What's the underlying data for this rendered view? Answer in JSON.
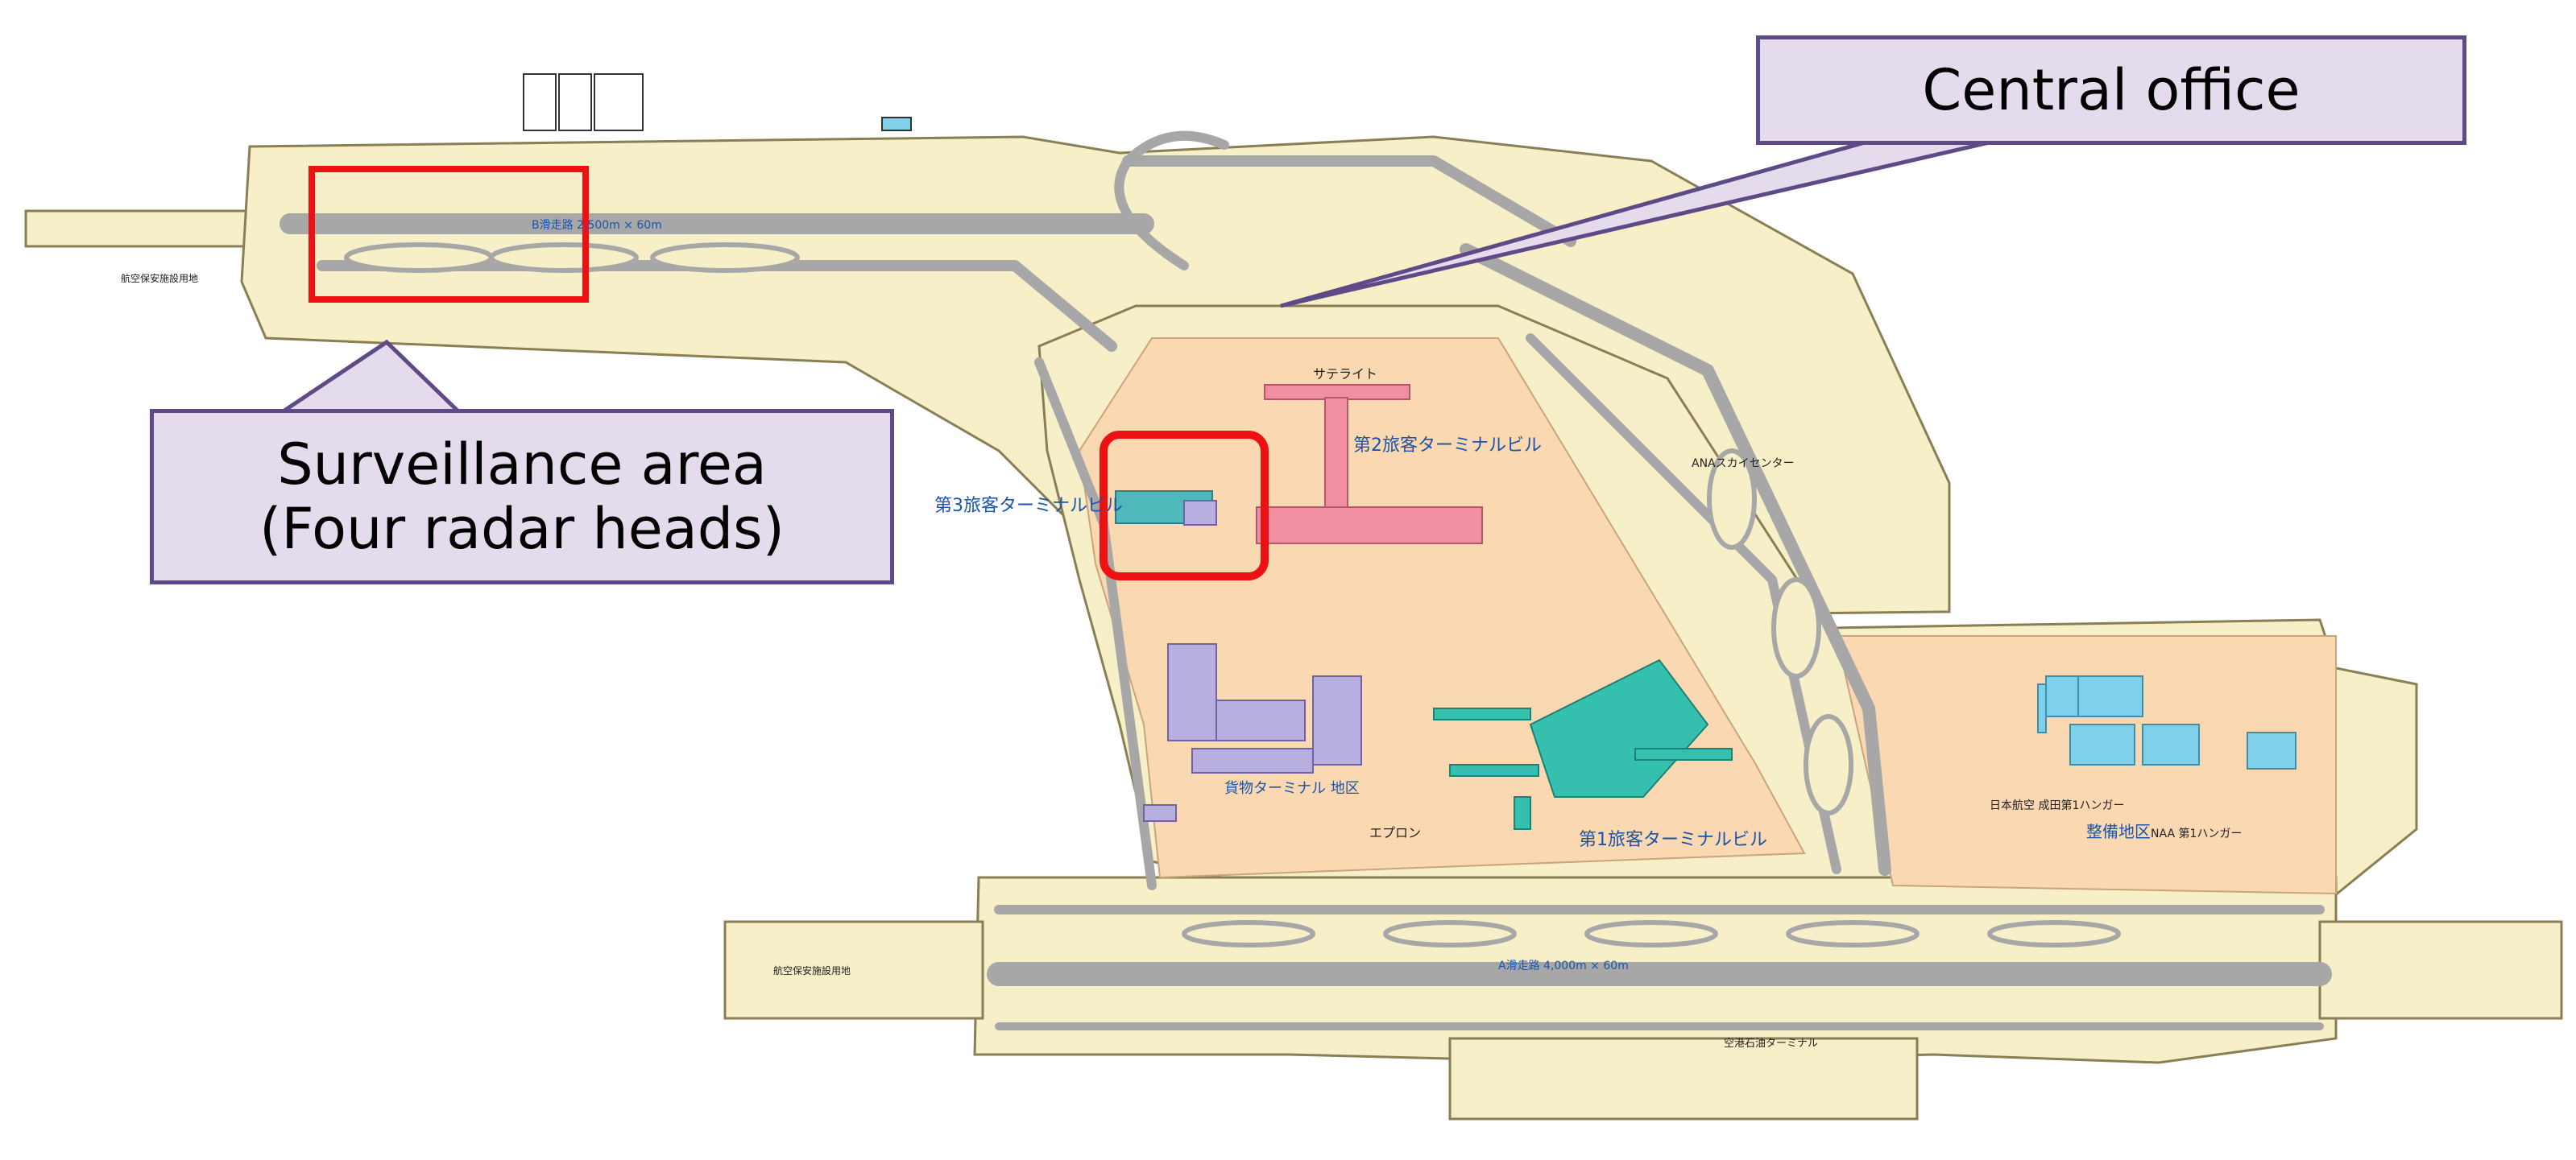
{
  "callouts": {
    "central_office": "Central office",
    "surveillance_title": "Surveillance area",
    "surveillance_sub": "(Four radar heads)"
  },
  "map_labels": {
    "terminal2": "第2旅客ターミナルビル",
    "terminal1": "第1旅客ターミナルビル",
    "terminal3": "第3旅客ターミナルビル",
    "satellite": "サテライト",
    "cargo": "貨物ターミナル 地区",
    "maintenance": "整備地区",
    "runway_a": "A滑走路 4,000m × 60m",
    "runway_b": "B滑走路 2,500m × 60m",
    "apron": "エプロン",
    "ana_sky_center": "ANAスカイセンター",
    "jal_hangar": "日本航空 成田第1ハンガー",
    "naa_hangar": "NAA 第1ハンガー",
    "navaid_left": "航空保安施設用地",
    "navaid_right": "航空保安施設用地",
    "fuel_terminal": "空港石油ターミナル"
  },
  "colors": {
    "airport_land": "#f6efc8",
    "land_outline": "#8a7e55",
    "taxiway": "#a7a7a7",
    "terminal_zone": "#f9d8b2",
    "terminal2": "#f08ea2",
    "terminal1": "#35bfae",
    "terminal3": "#4fb8ba",
    "cargo": "#b8aee0",
    "hangar_blue": "#7fd0ea",
    "highlight_red": "#ee1111",
    "callout_fill": "#e4dcec",
    "callout_border": "#5e4a86"
  }
}
